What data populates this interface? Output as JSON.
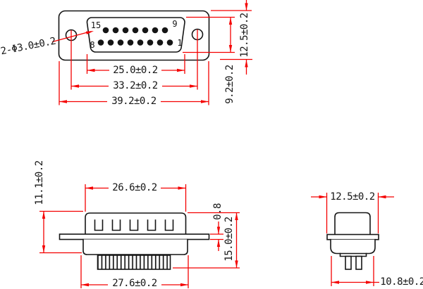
{
  "drawing": {
    "front_view": {
      "note_holes": "2-Φ3.0±0.2",
      "dim_pin_span": "25.0±0.2",
      "dim_hole_span": "33.2±0.2",
      "dim_overall_width": "39.2±0.2",
      "dim_flange_height": "12.5±0.2",
      "dim_shell_height": "9.2±0.2",
      "pin_top_left": "15",
      "pin_top_right": "9",
      "pin_bottom_left": "8",
      "pin_bottom_right": "1"
    },
    "side_view": {
      "dim_shell_width": "26.6±0.2",
      "dim_body_width": "27.6±0.2",
      "dim_upper_height": "11.1±0.2",
      "dim_flange_thickness": "0.8",
      "dim_total_height": "15.0±0.2"
    },
    "end_view": {
      "dim_flange_width": "12.5±0.2",
      "dim_body_width": "10.8±0.2"
    },
    "colors": {
      "dimension_red": "#f40000",
      "outline_black": "#151515",
      "background": "#ffffff"
    }
  }
}
